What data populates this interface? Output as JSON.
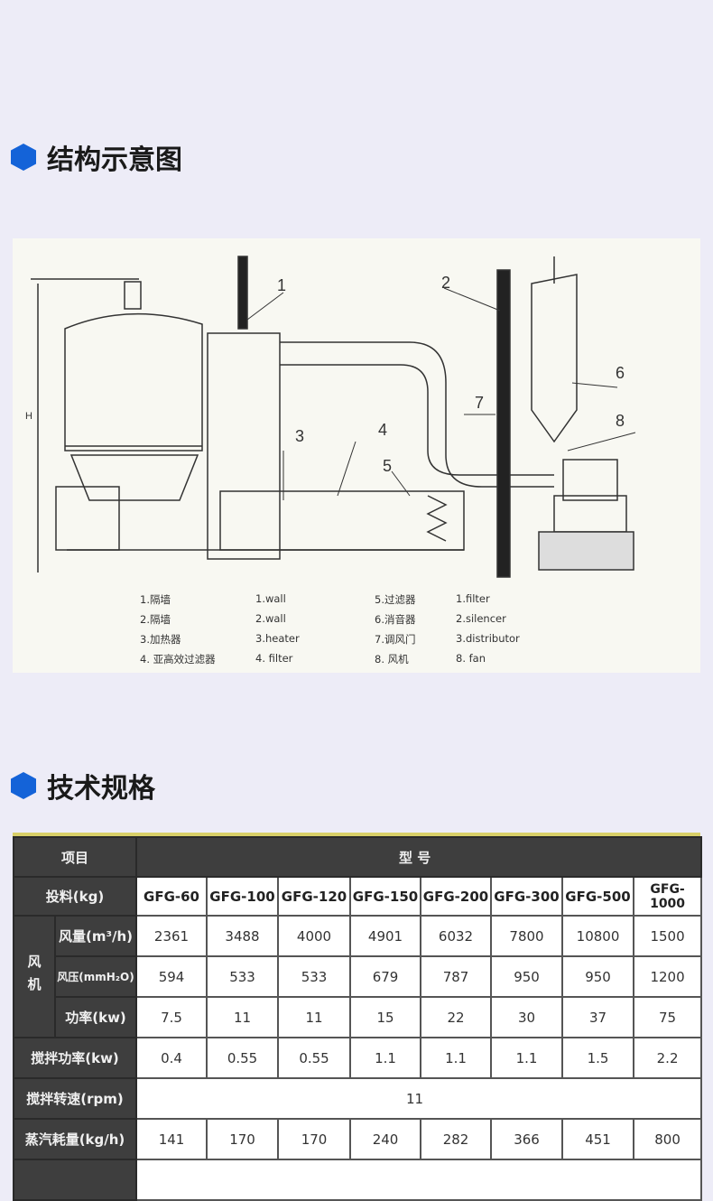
{
  "section1": {
    "title": "结构示意图"
  },
  "diagram": {
    "callouts": [
      "1",
      "2",
      "3",
      "4",
      "5",
      "6",
      "7",
      "8"
    ],
    "dimension_label": "H",
    "legend": [
      [
        "1.隔墙",
        "1.wall",
        "5.过滤器",
        "1.filter"
      ],
      [
        "2.隔墙",
        "2.wall",
        "6.消音器",
        "2.silencer"
      ],
      [
        "3.加热器",
        "3.heater",
        "7.调风门",
        "3.distributor"
      ],
      [
        "4. 亚高效过滤器",
        "4. filter",
        "8. 风机",
        "8. fan"
      ]
    ]
  },
  "section2": {
    "title": "技术规格"
  },
  "table": {
    "header_item": "项目",
    "header_model": "型 号",
    "load_label": "投料(kg)",
    "models": [
      "GFG-60",
      "GFG-100",
      "GFG-120",
      "GFG-150",
      "GFG-200",
      "GFG-300",
      "GFG-500",
      "GFG-1000"
    ],
    "fan_group": "风机",
    "rows": [
      {
        "label": "风量(m³/h)",
        "values": [
          "2361",
          "3488",
          "4000",
          "4901",
          "6032",
          "7800",
          "10800",
          "1500"
        ]
      },
      {
        "label": "风压(mmH₂O)",
        "values": [
          "594",
          "533",
          "533",
          "679",
          "787",
          "950",
          "950",
          "1200"
        ]
      },
      {
        "label": "功率(kw)",
        "values": [
          "7.5",
          "11",
          "11",
          "15",
          "22",
          "30",
          "37",
          "75"
        ]
      }
    ],
    "stir_power": {
      "label": "搅拌功率(kw)",
      "values": [
        "0.4",
        "0.55",
        "0.55",
        "1.1",
        "1.1",
        "1.1",
        "1.5",
        "2.2"
      ]
    },
    "stir_speed": {
      "label": "搅拌转速(rpm)",
      "value": "11"
    },
    "steam": {
      "label": "蒸汽耗量(kg/h)",
      "values": [
        "141",
        "170",
        "170",
        "240",
        "282",
        "366",
        "451",
        "800"
      ]
    }
  }
}
